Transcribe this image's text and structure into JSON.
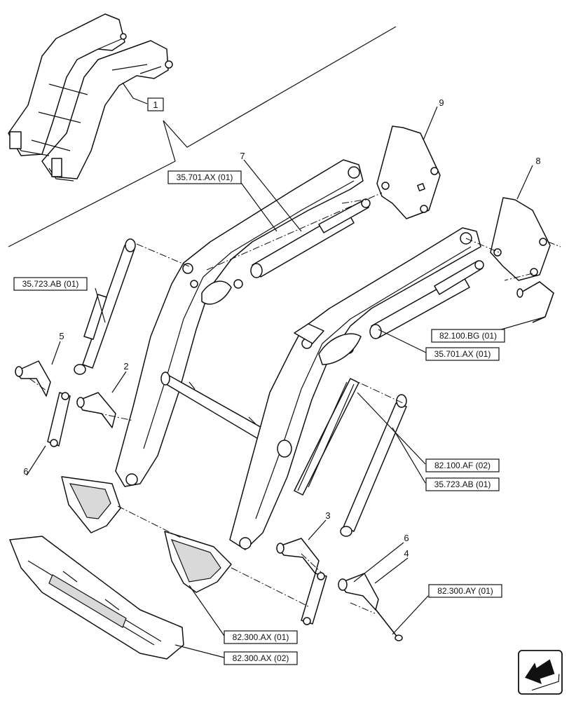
{
  "callouts": {
    "c1": "1",
    "c2": "2",
    "c3": "3",
    "c4": "4",
    "c5": "5",
    "c6a": "6",
    "c6b": "6",
    "c7": "7",
    "c8": "8",
    "c9": "9"
  },
  "references": {
    "r_35701_top": "35.701.AX (01)",
    "r_35723_left": "35.723.AB (01)",
    "r_82100bg": "82.100.BG (01)",
    "r_35701_right": "35.701.AX (01)",
    "r_82100af": "82.100.AF (02)",
    "r_35723_right": "35.723.AB (01)",
    "r_82300ay": "82.300.AY (01)",
    "r_82300ax01": "82.300.AX (01)",
    "r_82300ax02": "82.300.AX (02)"
  },
  "nav": {
    "icon": "next-page-arrow-icon"
  }
}
